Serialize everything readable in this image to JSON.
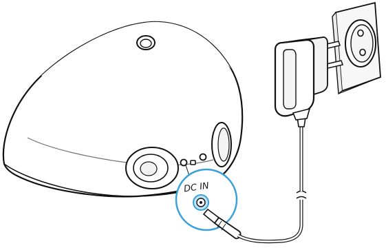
{
  "figure": {
    "callout_label": "DC IN",
    "colors": {
      "outline": "#111111",
      "speaker_fill": "#ffffff",
      "socket_highlight": "#3aa0d8",
      "socket_glow": "#bfe3f6",
      "adapter_fill": "#ffffff",
      "wall_plate": "#f7f7f7"
    },
    "parts": [
      "speaker-body",
      "dc-in-port",
      "power-adapter",
      "wall-socket",
      "power-cable",
      "dc-plug"
    ]
  }
}
